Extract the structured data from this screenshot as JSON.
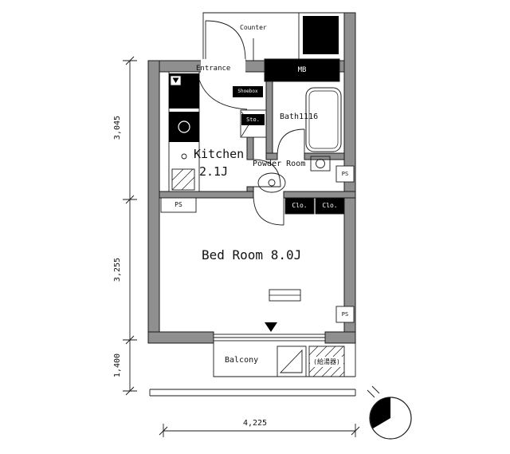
{
  "colors": {
    "wall": "#8f8f8f",
    "line": "#1a1a1a",
    "black_fill": "#000000",
    "background": "#ffffff"
  },
  "labels": {
    "counter": "Counter",
    "entrance": "Entrance",
    "meter_box": "MB",
    "shoebox": "Shoebox",
    "storage": "Sto.",
    "bath": "Bath1116",
    "powder_room": "Powder Room",
    "kitchen_name": "Kitchen",
    "kitchen_size": "2.1J",
    "closet_left": "Clo.",
    "closet_right": "Clo.",
    "bedroom": "Bed Room 8.0J",
    "balcony": "Balcony",
    "water_heater": "(給湯器)",
    "ps_left": "PS",
    "ps_powder": "PS",
    "ps_bedroom": "PS"
  },
  "dimensions": {
    "left_upper": "3,045",
    "left_middle": "3,255",
    "left_lower": "1,400",
    "bottom": "4,225"
  }
}
